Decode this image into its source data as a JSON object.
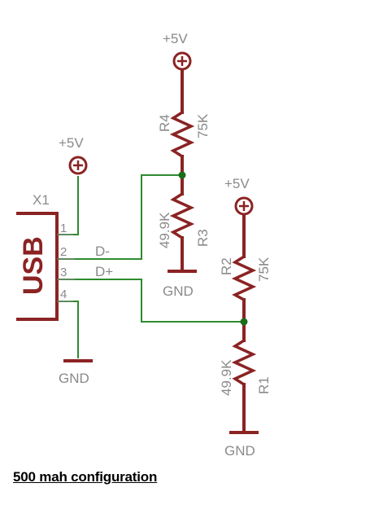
{
  "colors": {
    "part": "#8b2323",
    "wire": "#2e8b2e",
    "junction": "#1a6e1a",
    "label": "#8a8a8a",
    "caption": "#000000"
  },
  "power": {
    "top": "+5V",
    "left": "+5V",
    "right": "+5V"
  },
  "ground": {
    "left": "GND",
    "mid": "GND",
    "right": "GND"
  },
  "connector": {
    "ref": "X1",
    "body_label": "USB",
    "pins": [
      "1",
      "2",
      "3",
      "4"
    ],
    "net_dminus": "D-",
    "net_dplus": "D+"
  },
  "resistors": {
    "r4": {
      "name": "R4",
      "value": "75K"
    },
    "r3": {
      "name": "R3",
      "value": "49.9K"
    },
    "r2": {
      "name": "R2",
      "value": "75K"
    },
    "r1": {
      "name": "R1",
      "value": "49.9K"
    }
  },
  "caption": "500 mah configuration"
}
